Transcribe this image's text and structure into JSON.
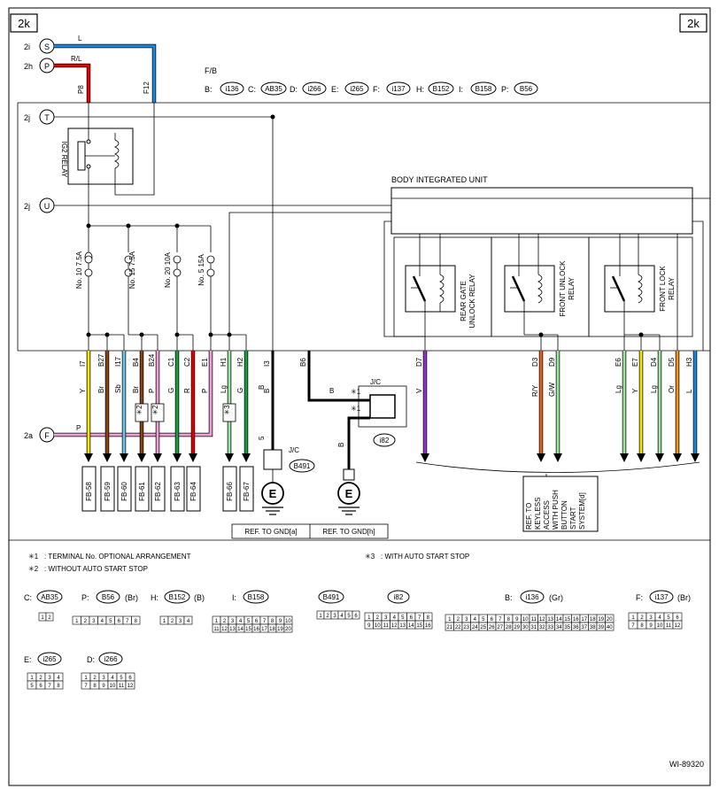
{
  "page_label": "2k",
  "figure_id": "WI-89320",
  "colors": {
    "L": "#1a8ae6",
    "R": "#e60000",
    "Y": "#f5e60a",
    "Br": "#8b4513",
    "Sb": "#6ec8e6",
    "P": "#f0a0d8",
    "G": "#1aa040",
    "Lg": "#a0e6a0",
    "V": "#9932cc",
    "RY": "#e8641e",
    "Or": "#f0961e",
    "B": "#000000"
  },
  "connectors_left": [
    {
      "id": "2i",
      "letter": "S",
      "wire": "L"
    },
    {
      "id": "2h",
      "letter": "P",
      "wire": "R/L"
    },
    {
      "id": "2j",
      "letter": "T"
    },
    {
      "id": "2j",
      "letter": "U"
    },
    {
      "id": "2a",
      "letter": "F",
      "wire": "P"
    }
  ],
  "wire_terminals": [
    "P8",
    "F12"
  ],
  "fb": {
    "title": "F/B",
    "items": [
      {
        "key": "B:",
        "code": "i136"
      },
      {
        "key": "C:",
        "code": "AB35"
      },
      {
        "key": "D:",
        "code": "i266"
      },
      {
        "key": "E:",
        "code": "i265"
      },
      {
        "key": "F:",
        "code": "i137"
      },
      {
        "key": "H:",
        "code": "B152"
      },
      {
        "key": "I:",
        "code": "B158"
      },
      {
        "key": "P:",
        "code": "B56"
      }
    ]
  },
  "relay_label": "IG2 RELAY",
  "fuses": [
    {
      "label": "No. 10  7.5A"
    },
    {
      "label": "No. 15  7.5A"
    },
    {
      "label": "No. 20  10A"
    },
    {
      "label": "No. 5  15A"
    }
  ],
  "body_unit": {
    "title": "BODY INTEGRATED UNIT",
    "relays": [
      {
        "line1": "REAR GATE",
        "line2": "UNLOCK RELAY"
      },
      {
        "line1": "FRONT UNLOCK",
        "line2": "RELAY"
      },
      {
        "line1": "FRONT LOCK",
        "line2": "RELAY"
      }
    ]
  },
  "left_wires": [
    {
      "term": "I7",
      "color": "Y"
    },
    {
      "term": "B27",
      "color": "Br"
    },
    {
      "term": "I17",
      "color": "Sb"
    },
    {
      "term": "B4",
      "color": "Br"
    },
    {
      "term": "B24",
      "color": "P"
    },
    {
      "term": "C1",
      "color": "G"
    },
    {
      "term": "C2",
      "color": "R"
    },
    {
      "term": "E1",
      "color": "P"
    },
    {
      "term": "H1",
      "color": "Lg"
    },
    {
      "term": "H2",
      "color": "G"
    },
    {
      "term": "I3",
      "color": "B"
    },
    {
      "term": "B6",
      "color": ""
    }
  ],
  "right_wires": [
    {
      "term": "D7",
      "color": "V"
    },
    {
      "term": "D3",
      "color": "R/Y"
    },
    {
      "term": "D9",
      "color": "G/W"
    },
    {
      "term": "E6",
      "color": "Lg"
    },
    {
      "term": "E7",
      "color": "Y"
    },
    {
      "term": "D4",
      "color": "Lg"
    },
    {
      "term": "D5",
      "color": "Or"
    },
    {
      "term": "H3",
      "color": "L"
    }
  ],
  "markers": {
    "m1": "✳2",
    "m2": "✳2",
    "m3": "✳3"
  },
  "fb_blocks": [
    "FB-58",
    "FB-59",
    "FB-60",
    "FB-61",
    "FB-62",
    "FB-63",
    "FB-64",
    "FB-66",
    "FB-67"
  ],
  "jc_b491": {
    "label": "J/C",
    "code": "B491",
    "pin": "5",
    "wire": "B"
  },
  "jc_i82": {
    "label": "J/C",
    "code": "i82",
    "pin1": "✳1",
    "pin2": "✳1",
    "wire_in": "B",
    "wire_out": "B"
  },
  "gnd_refs": [
    "REF. TO GND[a]",
    "REF. TO GND[h]"
  ],
  "ref_box": [
    "REF. TO",
    "KEYLESS",
    "ACCESS",
    "WITH PUSH",
    "BUTTON",
    "START",
    "SYSTEM[d]"
  ],
  "notes": [
    {
      "mark": "✳1",
      "text": ": TERMINAL No. OPTIONAL ARRANGEMENT"
    },
    {
      "mark": "✳2",
      "text": ": WITHOUT AUTO START STOP"
    },
    {
      "mark": "✳3",
      "text": ": WITH AUTO START STOP"
    }
  ],
  "connector_views": [
    {
      "key": "C:",
      "code": "AB35",
      "color": "",
      "pins": [
        "1",
        "2"
      ]
    },
    {
      "key": "P:",
      "code": "B56",
      "color": "(Br)",
      "pins": [
        "1",
        "2",
        "3",
        "4",
        "5",
        "6",
        "7",
        "8"
      ]
    },
    {
      "key": "H:",
      "code": "B152",
      "color": "(B)",
      "pins": [
        "1",
        "2",
        "3",
        "4"
      ]
    },
    {
      "key": "I:",
      "code": "B158",
      "color": "",
      "pins": [
        "1",
        "2",
        "3",
        "4",
        "5",
        "6",
        "7",
        "8",
        "9",
        "10",
        "11",
        "12",
        "13",
        "14",
        "15",
        "16",
        "17",
        "18",
        "19",
        "20"
      ]
    },
    {
      "key": "",
      "code": "B491",
      "color": "",
      "pins": [
        "1",
        "2",
        "3",
        "4",
        "5",
        "6"
      ]
    },
    {
      "key": "",
      "code": "i82",
      "color": "",
      "pins": [
        "1",
        "2",
        "3",
        "4",
        "5",
        "6",
        "7",
        "8",
        "9",
        "10",
        "11",
        "12",
        "13",
        "14",
        "15",
        "16"
      ]
    },
    {
      "key": "B:",
      "code": "i136",
      "color": "(Gr)",
      "pins": [
        "1",
        "2",
        "3",
        "4",
        "5",
        "6",
        "7",
        "8",
        "9",
        "10",
        "11",
        "12",
        "13",
        "14",
        "15",
        "16",
        "17",
        "18",
        "19",
        "20",
        "21",
        "22",
        "23",
        "24",
        "25",
        "26",
        "27",
        "28",
        "29",
        "30",
        "31",
        "32",
        "33",
        "34",
        "35",
        "36",
        "37",
        "38",
        "39",
        "40"
      ]
    },
    {
      "key": "F:",
      "code": "i137",
      "color": "(Br)",
      "pins": [
        "1",
        "2",
        "3",
        "4",
        "5",
        "6",
        "7",
        "8",
        "9",
        "10",
        "11",
        "12"
      ]
    },
    {
      "key": "E:",
      "code": "i265",
      "color": "",
      "pins": [
        "1",
        "2",
        "3",
        "4",
        "5",
        "6",
        "7",
        "8"
      ]
    },
    {
      "key": "D:",
      "code": "i266",
      "color": "",
      "pins": [
        "1",
        "2",
        "3",
        "4",
        "5",
        "6",
        "7",
        "8",
        "9",
        "10",
        "11",
        "12"
      ]
    }
  ]
}
